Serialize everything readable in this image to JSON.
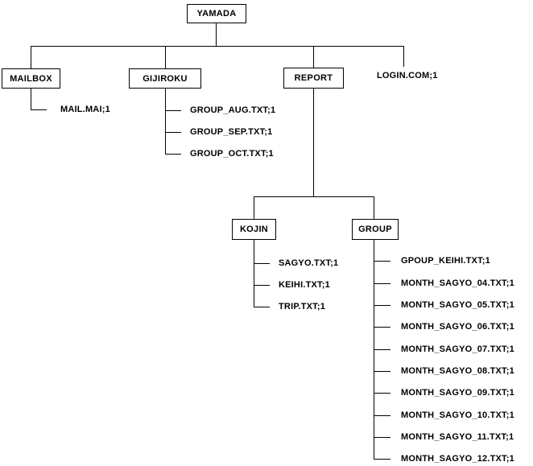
{
  "diagram": {
    "type": "directory-tree",
    "colors": {
      "background": "#ffffff",
      "line": "#000000",
      "text": "#000000"
    }
  },
  "nodes": {
    "root": {
      "label": "YAMADA"
    },
    "mailbox": {
      "label": "MAILBOX",
      "files": [
        "MAIL.MAI;1"
      ]
    },
    "gijiroku": {
      "label": "GIJIROKU",
      "files": [
        "GROUP_AUG.TXT;1",
        "GROUP_SEP.TXT;1",
        "GROUP_OCT.TXT;1"
      ]
    },
    "report": {
      "label": "REPORT"
    },
    "login_file": {
      "label": "LOGIN.COM;1"
    },
    "kojin": {
      "label": "KOJIN",
      "files": [
        "SAGYO.TXT;1",
        "KEIHI.TXT;1",
        "TRIP.TXT;1"
      ]
    },
    "group": {
      "label": "GROUP",
      "files": [
        "GPOUP_KEIHI.TXT;1",
        "MONTH_SAGYO_04.TXT;1",
        "MONTH_SAGYO_05.TXT;1",
        "MONTH_SAGYO_06.TXT;1",
        "MONTH_SAGYO_07.TXT;1",
        "MONTH_SAGYO_08.TXT;1",
        "MONTH_SAGYO_09.TXT;1",
        "MONTH_SAGYO_10.TXT;1",
        "MONTH_SAGYO_11.TXT;1",
        "MONTH_SAGYO_12.TXT;1"
      ]
    }
  }
}
